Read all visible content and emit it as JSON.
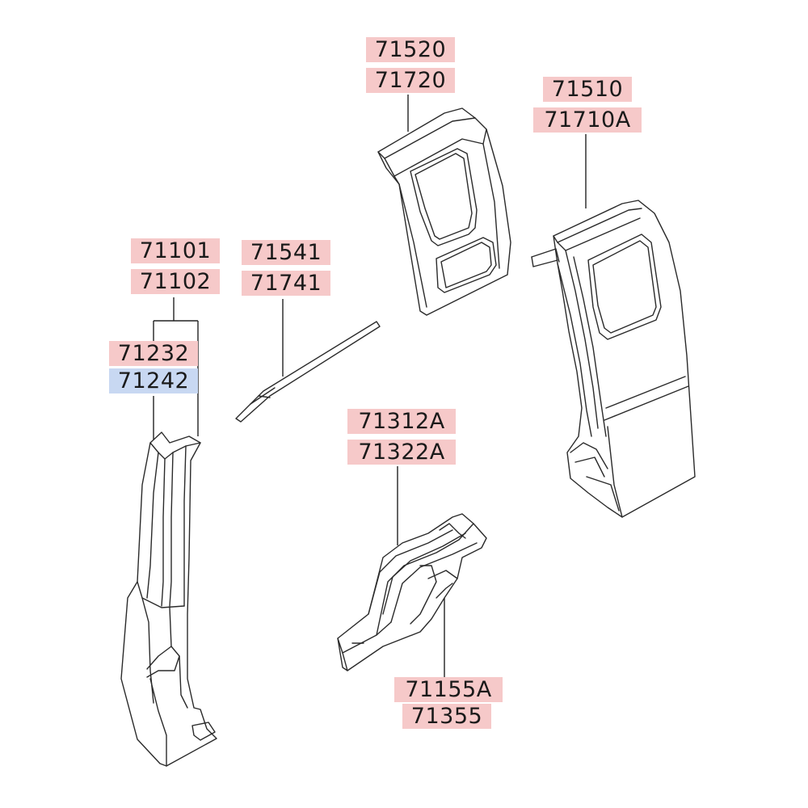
{
  "labels": {
    "p71520": "71520",
    "p71720": "71720",
    "p71510": "71510",
    "p71710a": "71710A",
    "p71101": "71101",
    "p71102": "71102",
    "p71541": "71541",
    "p71741": "71741",
    "p71232": "71232",
    "p71242": "71242",
    "p71312a": "71312A",
    "p71322a": "71322A",
    "p71155a": "71155A",
    "p71355": "71355"
  },
  "colors": {
    "label_pink": "#f6c9c9",
    "label_blue": "#c8d8f2",
    "line": "#2a2a2a"
  }
}
